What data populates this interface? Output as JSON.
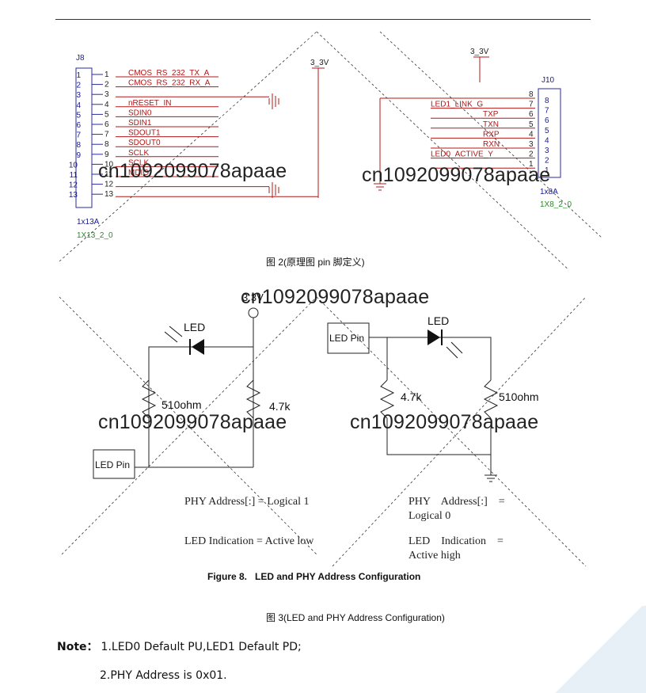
{
  "schematic": {
    "j8": {
      "ref": "J8",
      "pins": [
        "1",
        "2",
        "3",
        "4",
        "5",
        "6",
        "7",
        "8",
        "9",
        "10",
        "11",
        "12",
        "13"
      ],
      "nets": [
        "CMOS_RS_232_TX_A",
        "CMOS_RS_232_RX_A",
        "",
        "nRESET_IN",
        "SDIN0",
        "SDIN1",
        "SDOUT1",
        "SDOUT0",
        "SCLK",
        "SCLK",
        "MDIO",
        "",
        ""
      ],
      "type": "1x13A",
      "footprint": "1X13_2_0"
    },
    "power_left": "3_3V",
    "power_right": "3_3V",
    "j10": {
      "ref": "J10",
      "pins": [
        "8",
        "7",
        "6",
        "5",
        "4",
        "3",
        "2",
        "1"
      ],
      "nets": [
        "",
        "LED1_LINK_G",
        "TXP",
        "TXN",
        "RXP",
        "RXN",
        "LED0_ACTIVE_Y",
        ""
      ],
      "type": "1x8A",
      "footprint": "1X8_2_0"
    }
  },
  "caption1": "图 2(原理图 pin 脚定义)",
  "led_left": {
    "vcc": "3.3V",
    "led": "LED",
    "r1": "510ohm",
    "r2": "4.7k",
    "pin": "LED Pin",
    "addr": "PHY Address[:] = Logical 1",
    "ind": "LED Indication = Active low"
  },
  "led_right": {
    "pin": "LED Pin",
    "led": "LED",
    "r1": "4.7k",
    "r2": "510ohm",
    "addr_a": "PHY    Address[:]    =",
    "addr_b": "Logical 0",
    "ind_a": "LED    Indication    =",
    "ind_b": "Active high"
  },
  "figure_title": "Figure 8.   LED and PHY Address Configuration",
  "caption2": "图 3(LED and PHY Address Configuration)",
  "note": {
    "label": "Note：",
    "line1": "1.LED0 Default PU,LED1 Default PD;",
    "line2": "2.PHY Address is 0x01."
  },
  "watermarks": [
    "cn1092099078apaae",
    "cn1092099078apaae",
    "cn1092099078apaae",
    "cn1092099078apaae",
    "cn1092099078apaae"
  ]
}
